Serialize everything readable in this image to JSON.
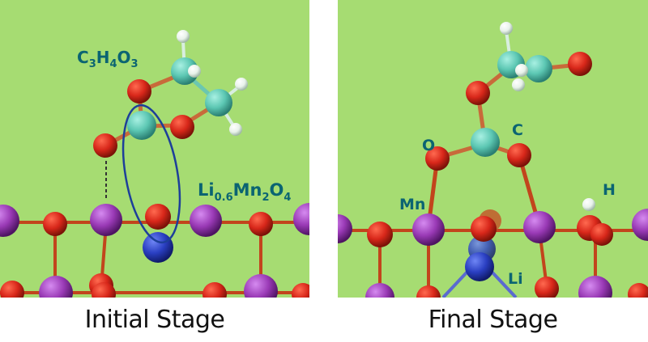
{
  "colors": {
    "background": "#a6dc72",
    "oxygen": "#d8271a",
    "carbon": "#5cc7b3",
    "hydrogen": "#eef5ee",
    "manganese": "#9a3ab6",
    "lithium": "#2a3fc2",
    "label": "#0b6472",
    "highlight_ellipse": "#1d3f9a"
  },
  "panels": [
    {
      "id": "initial",
      "caption": "Initial Stage",
      "labels": {
        "molecule": {
          "base": [
            "C",
            "H",
            "O"
          ],
          "subs": [
            "3",
            "4",
            "3"
          ]
        },
        "surface": {
          "parts": [
            "Li",
            "0.6",
            "Mn",
            "2",
            "O",
            "4"
          ]
        }
      }
    },
    {
      "id": "final",
      "caption": "Final Stage",
      "labels": {
        "oxygen": "O",
        "carbon": "C",
        "manganese": "Mn",
        "hydrogen": "H",
        "lithium": "Li"
      }
    }
  ]
}
